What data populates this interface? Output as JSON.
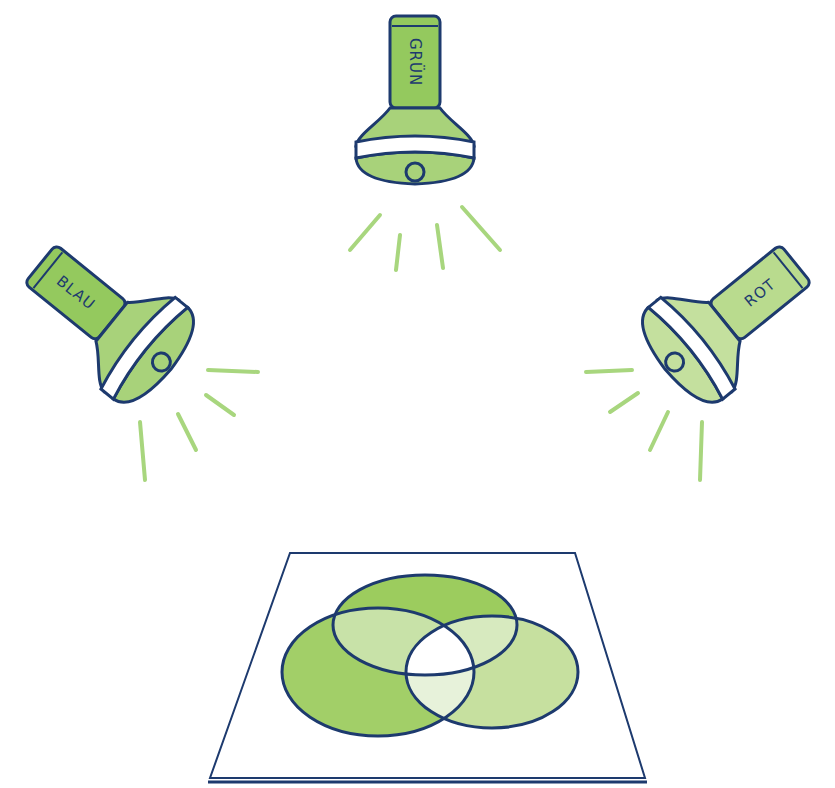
{
  "diagram": {
    "nodes": [
      {
        "text": [
          "GRÜN"
        ]
      },
      {
        "text": [
          "BLAU"
        ]
      },
      {
        "text": [
          "ROT"
        ]
      }
    ]
  }
}
